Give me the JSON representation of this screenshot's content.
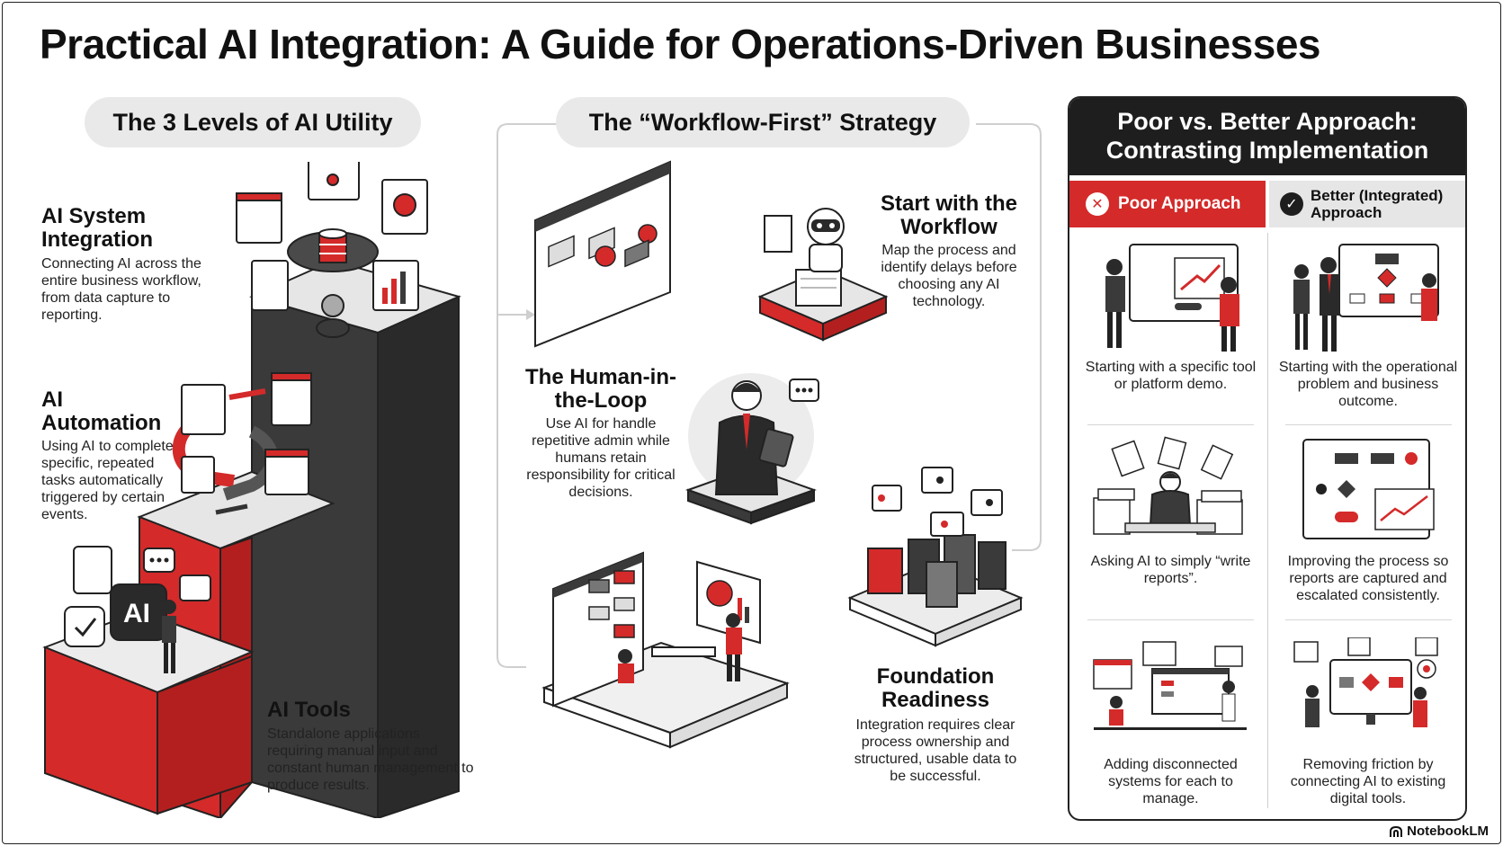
{
  "title": "Practical AI Integration: A Guide for Operations-Driven Businesses",
  "left_section": {
    "pill": "The 3 Levels of AI Utility",
    "levels": [
      {
        "title": "AI System Integration",
        "desc": "Connecting AI across the entire business workflow, from data capture to reporting."
      },
      {
        "title": "AI Automation",
        "desc": "Using AI to complete specific, repeated tasks automatically triggered by certain events."
      },
      {
        "title": "AI Tools",
        "desc": "Standalone applications requiring manual input and constant human management to produce results."
      }
    ],
    "ai_badge": "AI"
  },
  "middle_section": {
    "pill": "The “Workflow-First” Strategy",
    "items": [
      {
        "title": "Start with the Workflow",
        "desc": "Map the process and identify delays before choosing any AI technology."
      },
      {
        "title": "The Human-in-the-Loop",
        "desc": "Use AI for handle repetitive admin while humans retain responsibility for critical decisions."
      },
      {
        "title": "Foundation Readiness",
        "desc": "Integration requires clear process ownership and structured, usable data to be successful."
      }
    ]
  },
  "right_section": {
    "header": "Poor vs. Better Approach: Contrasting Implementation",
    "poor_label": "Poor Approach",
    "better_label": "Better (Integrated) Approach",
    "rows": [
      {
        "poor": "Starting with a specific tool or platform demo.",
        "better": "Starting with the operational problem and business outcome."
      },
      {
        "poor": "Asking AI to simply “write reports”.",
        "better": "Improving the process so reports are captured and escalated consistently."
      },
      {
        "poor": "Adding disconnected systems for each to manage.",
        "better": "Removing friction by connecting AI to existing digital tools."
      }
    ]
  },
  "footer": {
    "brand": "NotebookLM"
  },
  "colors": {
    "accent": "#d42a2a",
    "dark": "#1e1e1e",
    "grey": "#e9e9e9"
  }
}
